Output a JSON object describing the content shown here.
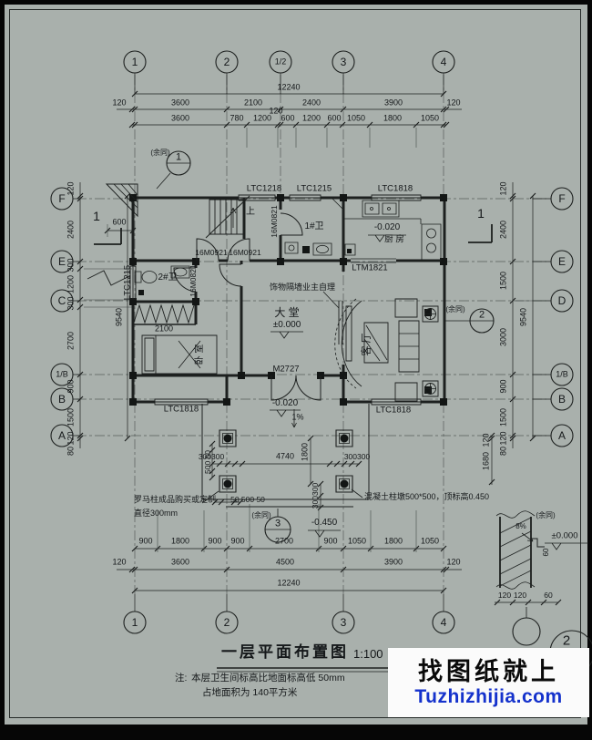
{
  "colors": {
    "bg": "#a9b0ac",
    "line": "#1d201f",
    "watermark_blue": "#1532cc",
    "watermark_bg": "#fbfbfb"
  },
  "axes": {
    "top": [
      "1",
      "2",
      "1/2",
      "3",
      "4"
    ],
    "bottom": [
      "1",
      "2",
      "3",
      "4"
    ],
    "left": [
      "F",
      "E",
      "C",
      "1/B",
      "B",
      "A"
    ],
    "right": [
      "F",
      "E",
      "D",
      "1/B",
      "B",
      "A"
    ]
  },
  "dims": {
    "top_total": "12240",
    "top2": [
      "120",
      "3600",
      "2100",
      "2400",
      "3900",
      "120"
    ],
    "top3": [
      "3600",
      "780",
      "1200",
      "120",
      "600",
      "1200",
      "600",
      "1050",
      "1800",
      "1050"
    ],
    "bot1": [
      "900",
      "1800",
      "900",
      "900",
      "2700",
      "900",
      "1050",
      "1800",
      "1050"
    ],
    "bot2": [
      "120",
      "3600",
      "4500",
      "3900",
      "120"
    ],
    "bot_total": "12240",
    "left_chain": [
      "120",
      "2400",
      "300",
      "1200",
      "300",
      "2700",
      "900",
      "1500"
    ],
    "left_total": "9540",
    "right_chain": [
      "120",
      "2400",
      "1500",
      "3000",
      "900",
      "1500"
    ],
    "right_total": "9540",
    "right_inner": [
      "120",
      "1680"
    ],
    "edge_l": [
      "120",
      "80"
    ],
    "edge_r": [
      "120",
      "80"
    ],
    "stair": "600",
    "wardrobe": "2100",
    "porch": {
      "l": "300300",
      "span": "4740",
      "r": "300300",
      "depth": "1800",
      "v": "300300",
      "h": "50 500 50",
      "v2": "500 50"
    },
    "detail": [
      "120",
      "120",
      "60"
    ],
    "detail_v": "60"
  },
  "openings": {
    "ltc1218": "LTC1218",
    "ltc1215_top": "LTC1215",
    "ltc1818_top": "LTC1818",
    "ltc1215_left": "LTC1215",
    "ltc1818_bl": "LTC1818",
    "ltc1818_br": "LTC1818",
    "ltm1821": "LTM1821",
    "m2727": "M2727",
    "m0921a": "16M0921",
    "m0921b": "16M0921",
    "m0821a": "16M0821",
    "m0821b": "16M0821"
  },
  "rooms": {
    "hall": "大 堂",
    "kitchen": "厨 房",
    "living": "客 厅",
    "bedroom": "卧 室",
    "bath1": "1#卫",
    "bath2": "2#卫"
  },
  "levels": {
    "hall": "±0.000",
    "kitchen": "-0.020",
    "porch": "-0.020",
    "slope": "1%",
    "step": "-0.450",
    "detail": "±0.000",
    "detail_slope": "8%"
  },
  "annotations": {
    "partition": "饰物隔墙业主自理",
    "roman1": "罗马柱成品购买或定制",
    "roman2": "直径300mm",
    "pier": "混凝土柱墩500*500，顶标高0.450",
    "yutong": "(余同)",
    "up": "上"
  },
  "callouts": {
    "c1": "1",
    "c2": "2",
    "c3": "3",
    "section": "1",
    "detail_big": "2"
  },
  "titleblock": {
    "title": "一层平面布置图",
    "scale": "1:100",
    "note_label": "注:",
    "note1": "本层卫生间标高比地面标高低 50mm",
    "note2": "占地面积为  140平方米"
  },
  "watermark": {
    "line1": "找图纸就上",
    "line2": "Tuzhizhijia.com"
  }
}
